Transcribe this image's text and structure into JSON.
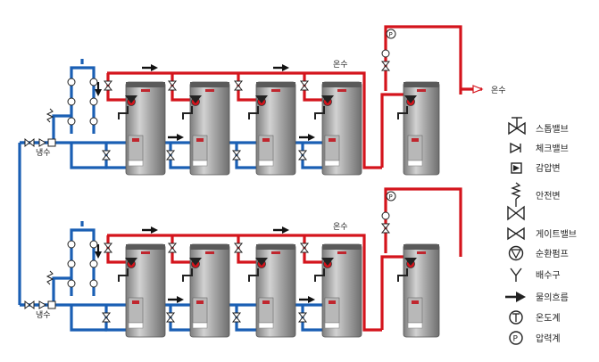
{
  "labels": {
    "hot_water_top": "온수",
    "hot_water_bottom": "온수",
    "cold_water_top": "냉수",
    "cold_water_bottom": "냉수",
    "hot_water_outlet": "온수"
  },
  "legend": [
    {
      "icon": "stop-valve-icon",
      "label": "스톱밸브"
    },
    {
      "icon": "check-valve-icon",
      "label": "체크밸브"
    },
    {
      "icon": "pressure-reducing-valve-icon",
      "label": "감압변"
    },
    {
      "icon": "safety-valve-icon",
      "label": "안전변"
    },
    {
      "icon": "gate-valve-icon",
      "label": "게이트밸브"
    },
    {
      "icon": "circulation-pump-icon",
      "label": "순환펌프"
    },
    {
      "icon": "drain-icon",
      "label": "배수구"
    },
    {
      "icon": "flow-arrow-icon",
      "label": "물의흐름"
    },
    {
      "icon": "thermometer-icon",
      "label": "온도계"
    },
    {
      "icon": "pressure-gauge-icon",
      "label": "압력계"
    }
  ],
  "colors": {
    "hot_pipe": "#d4141c",
    "cold_pipe": "#1a5fb4",
    "tank_body": "#9a9a9a",
    "tank_highlight": "#d6d6d6"
  }
}
